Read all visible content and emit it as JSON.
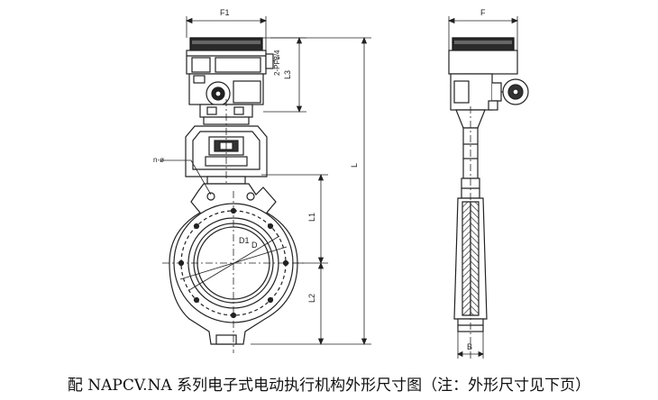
{
  "labels": {
    "f1": "F1",
    "f": "F",
    "l": "L",
    "l1": "L1",
    "l2": "L2",
    "l3": "L3",
    "d1": "D1",
    "d": "D",
    "b": "B",
    "n_phi": "n-ø",
    "pf": "2-PF3/4"
  },
  "caption": "配 NAPCV.NA 系列电子式电动执行机构外形尺寸图（注：外形尺寸见下页）"
}
